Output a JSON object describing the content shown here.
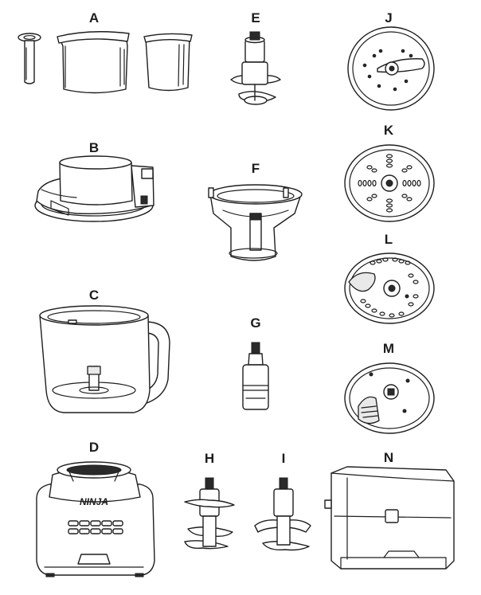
{
  "parts": [
    {
      "id": "A",
      "label": "A"
    },
    {
      "id": "B",
      "label": "B"
    },
    {
      "id": "C",
      "label": "C"
    },
    {
      "id": "D",
      "label": "D"
    },
    {
      "id": "E",
      "label": "E"
    },
    {
      "id": "F",
      "label": "F"
    },
    {
      "id": "G",
      "label": "G"
    },
    {
      "id": "H",
      "label": "H"
    },
    {
      "id": "I",
      "label": "I"
    },
    {
      "id": "J",
      "label": "J"
    },
    {
      "id": "K",
      "label": "K"
    },
    {
      "id": "L",
      "label": "L"
    },
    {
      "id": "M",
      "label": "M"
    },
    {
      "id": "N",
      "label": "N"
    }
  ],
  "base_unit": {
    "brand_logo": "NINJA"
  }
}
